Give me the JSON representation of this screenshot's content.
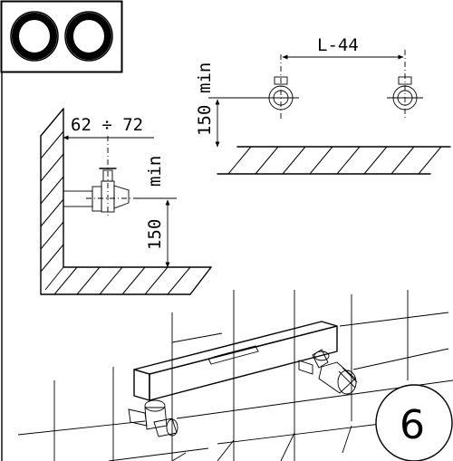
{
  "figure": {
    "wall_offset_label": "62 ÷ 72",
    "height_label": "150",
    "min_label": "min",
    "spacing_label": "L-44",
    "step_number": "6"
  },
  "badge": {
    "icon": "double-o-rings-icon"
  }
}
